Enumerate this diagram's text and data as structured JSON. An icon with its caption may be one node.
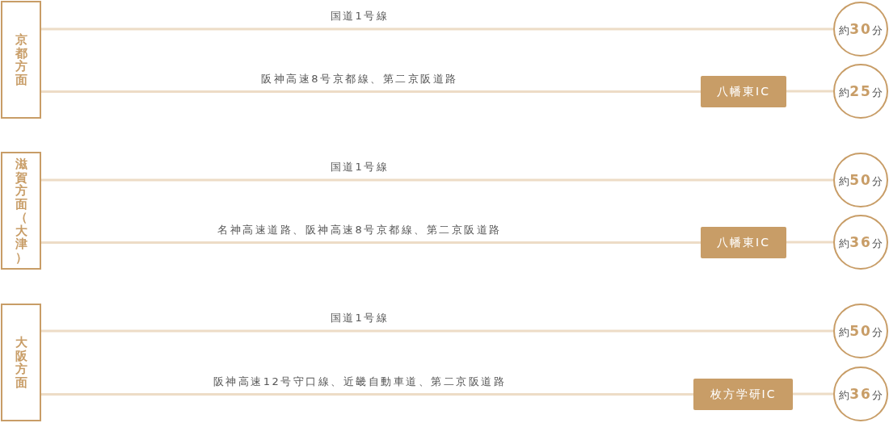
{
  "diagram": {
    "nodes": [
      {
        "text": [
          "京都方面"
        ]
      },
      {
        "text": [
          "約**30**分"
        ]
      },
      {
        "text": [
          "八幡東IC"
        ]
      },
      {
        "text": [
          "約**25**分"
        ]
      },
      {
        "text": [
          "滋賀方面（大津）"
        ]
      },
      {
        "text": [
          "約**50**分"
        ]
      },
      {
        "text": [
          "八幡東IC"
        ]
      },
      {
        "text": [
          "約**36**分"
        ]
      },
      {
        "text": [
          "大阪方面"
        ]
      },
      {
        "text": [
          "約**50**分"
        ]
      },
      {
        "text": [
          "枚方学研IC"
        ]
      },
      {
        "text": [
          "約**36**分"
        ]
      }
    ],
    "edges": [
      {
        "from": 0,
        "to": 1,
        "arrow": "none",
        "label": "国道1号線"
      },
      {
        "from": 0,
        "to": 2,
        "arrow": "none",
        "label": "阪神高速8号京都線、第二京阪道路"
      },
      {
        "from": 2,
        "to": 3,
        "arrow": "none"
      },
      {
        "from": 4,
        "to": 5,
        "arrow": "none",
        "label": "国道1号線"
      },
      {
        "from": 4,
        "to": 6,
        "arrow": "none",
        "label": "名神高速道路、阪神高速8号京都線、第二京阪道路"
      },
      {
        "from": 6,
        "to": 7,
        "arrow": "none"
      },
      {
        "from": 8,
        "to": 9,
        "arrow": "none",
        "label": "国道1号線"
      },
      {
        "from": 8,
        "to": 10,
        "arrow": "none",
        "label": "阪神高速12号守口線、近畿自動車道、第二京阪道路"
      },
      {
        "from": 10,
        "to": 11,
        "arrow": "none"
      }
    ]
  }
}
